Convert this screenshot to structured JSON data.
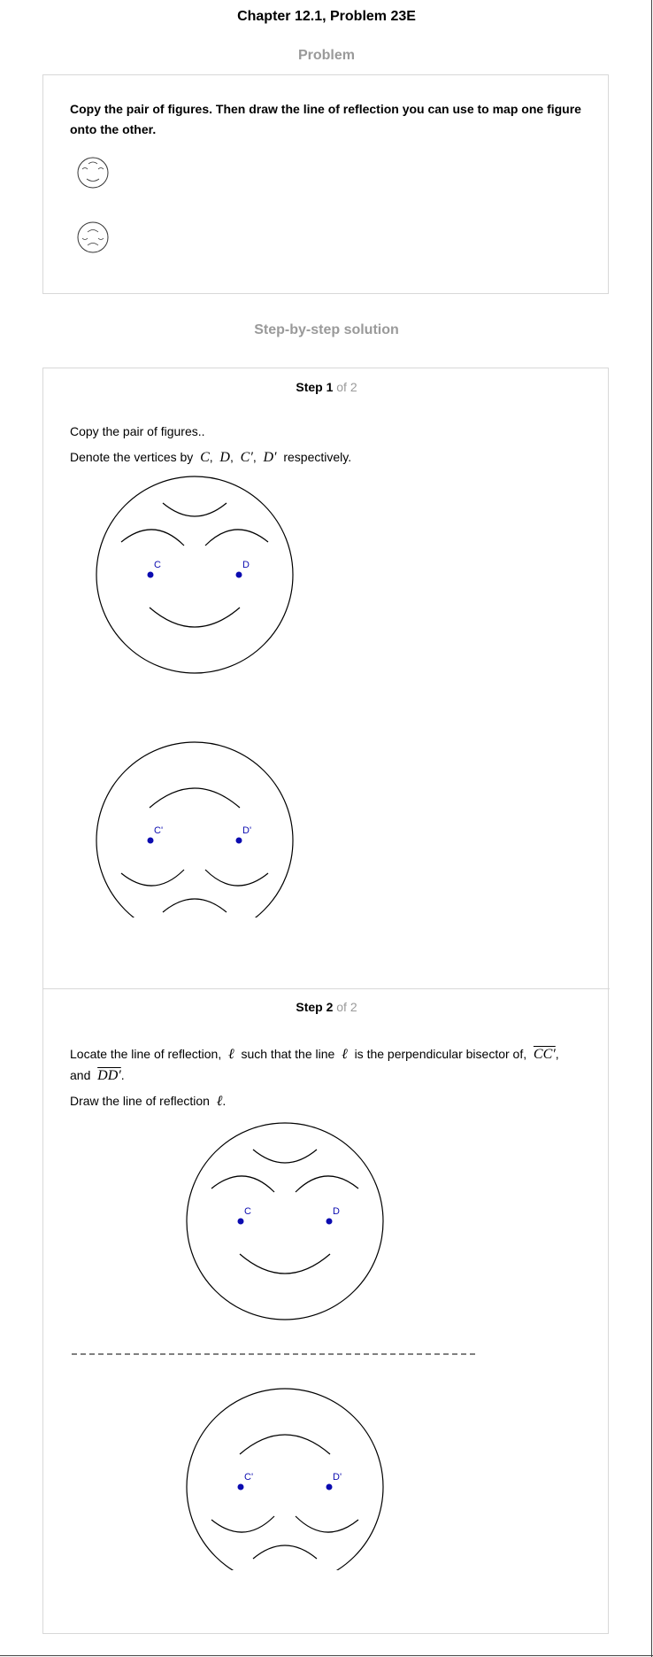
{
  "header": {
    "title": "Chapter 12.1, Problem 23E"
  },
  "problem": {
    "heading": "Problem",
    "text": "Copy the pair of figures. Then draw the line of reflection you can use to map one figure onto the other."
  },
  "solution": {
    "heading": "Step-by-step solution",
    "steps": [
      {
        "step_label": "Step 1",
        "of_label": "of 2",
        "line1": "Copy the pair of figures..",
        "line2_prefix": "Denote the vertices by",
        "line2_suffix": "respectively.",
        "vertices": [
          "C",
          "D",
          "C′",
          "D′"
        ]
      },
      {
        "step_label": "Step 2",
        "of_label": "of 2",
        "line1_a": "Locate the line of reflection,",
        "line1_b": "such that the line",
        "line1_c": "is the perpendicular bisector of,",
        "segment1": "CC′",
        "and_word": "and",
        "segment2": "DD′",
        "line3": "Draw the line of reflection",
        "ell": "ℓ"
      }
    ],
    "figure_labels": {
      "c": "C",
      "d": "D",
      "c_prime": "C'",
      "d_prime": "D'"
    }
  },
  "colors": {
    "accent": "#0b0bb0",
    "muted": "#9a9a9a",
    "border": "#d8d8d8"
  }
}
